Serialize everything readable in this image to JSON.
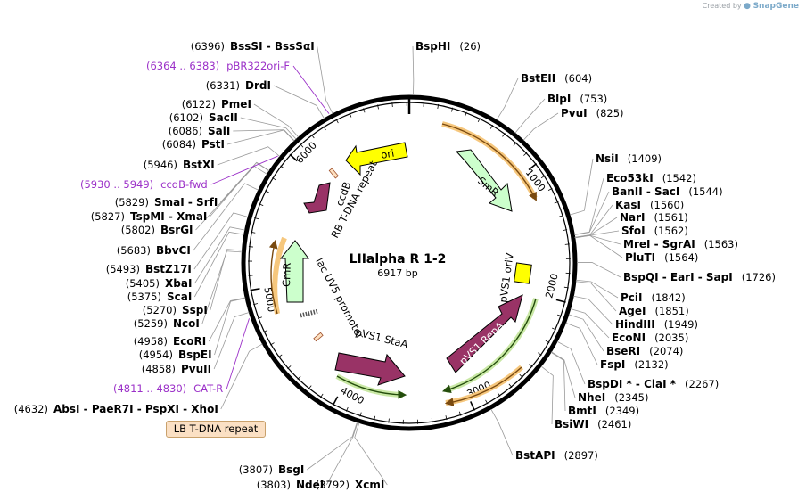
{
  "app": {
    "credit_prefix": "Created by",
    "credit_brand": "SnapGene"
  },
  "plasmid": {
    "name": "LIIalpha R 1-2",
    "size_label": "6917 bp",
    "length": 6917
  },
  "ticks": [
    {
      "label": "1000",
      "pos": 1000
    },
    {
      "label": "2000",
      "pos": 2000
    },
    {
      "label": "3000",
      "pos": 3000
    },
    {
      "label": "4000",
      "pos": 4000
    },
    {
      "label": "5000",
      "pos": 5000
    },
    {
      "label": "6000",
      "pos": 6000
    }
  ],
  "sites": [
    {
      "name": "BspHI",
      "pos": "(26)"
    },
    {
      "name": "BstEII",
      "pos": "(604)"
    },
    {
      "name": "BlpI",
      "pos": "(753)"
    },
    {
      "name": "PvuI",
      "pos": "(825)"
    },
    {
      "name": "NsiI",
      "pos": "(1409)"
    },
    {
      "name": "Eco53kI",
      "pos": "(1542)"
    },
    {
      "name": "BanII  - SacI",
      "pos": "(1544)"
    },
    {
      "name": "KasI",
      "pos": "(1560)"
    },
    {
      "name": "NarI",
      "pos": "(1561)"
    },
    {
      "name": "SfoI",
      "pos": "(1562)"
    },
    {
      "name": "MreI  - SgrAI",
      "pos": "(1563)"
    },
    {
      "name": "PluTI",
      "pos": "(1564)"
    },
    {
      "name": "BspQI  - EarI  - SapI",
      "pos": "(1726)"
    },
    {
      "name": "PciI",
      "pos": "(1842)"
    },
    {
      "name": "AgeI",
      "pos": "(1851)"
    },
    {
      "name": "HindIII",
      "pos": "(1949)"
    },
    {
      "name": "EcoNI",
      "pos": "(2035)"
    },
    {
      "name": "BseRI",
      "pos": "(2074)"
    },
    {
      "name": "FspI",
      "pos": "(2132)"
    },
    {
      "name": "BspDI *  - ClaI *",
      "pos": "(2267)"
    },
    {
      "name": "NheI",
      "pos": "(2345)"
    },
    {
      "name": "BmtI",
      "pos": "(2349)"
    },
    {
      "name": "BsiWI",
      "pos": "(2461)"
    },
    {
      "name": "BstAPI",
      "pos": "(2897)"
    },
    {
      "name": "XcmI",
      "pos": "(3792)"
    },
    {
      "name": "NdeI",
      "pos": "(3803)"
    },
    {
      "name": "BsgI",
      "pos": "(3807)"
    },
    {
      "name": "AbsI  - PaeR7I  - PspXI  - XhoI",
      "pos": "(4632)"
    },
    {
      "name": "PvuII",
      "pos": "(4858)"
    },
    {
      "name": "BspEI",
      "pos": "(4954)"
    },
    {
      "name": "EcoRI",
      "pos": "(4958)"
    },
    {
      "name": "NcoI",
      "pos": "(5259)"
    },
    {
      "name": "SspI",
      "pos": "(5270)"
    },
    {
      "name": "ScaI",
      "pos": "(5375)"
    },
    {
      "name": "XbaI",
      "pos": "(5405)"
    },
    {
      "name": "BstZ17I",
      "pos": "(5493)"
    },
    {
      "name": "BbvCI",
      "pos": "(5683)"
    },
    {
      "name": "BsrGI",
      "pos": "(5802)"
    },
    {
      "name": "TspMI  - XmaI",
      "pos": "(5827)"
    },
    {
      "name": "SmaI  - SrfI",
      "pos": "(5829)"
    },
    {
      "name": "BstXI",
      "pos": "(5946)"
    },
    {
      "name": "PstI",
      "pos": "(6084)"
    },
    {
      "name": "SalI",
      "pos": "(6086)"
    },
    {
      "name": "SacII",
      "pos": "(6102)"
    },
    {
      "name": "PmeI",
      "pos": "(6122)"
    },
    {
      "name": "DrdI",
      "pos": "(6331)"
    },
    {
      "name": "BssSI  - BssSαI",
      "pos": "(6396)"
    }
  ],
  "primers": [
    {
      "range": "(6364 .. 6383)",
      "name": "pBR322ori-F"
    },
    {
      "range": "(5930 .. 5949)",
      "name": "ccdB-fwd"
    },
    {
      "range": "(4811 .. 4830)",
      "name": "CAT-R"
    }
  ],
  "features": [
    {
      "name": "ori",
      "color": "#ffff00"
    },
    {
      "name": "SmR",
      "color": "#ccffcc"
    },
    {
      "name": "ccdB",
      "color": "#993366"
    },
    {
      "name": "RB T-DNA repeat",
      "color": "#fde0c0"
    },
    {
      "name": "lac UV5 promoter",
      "color": "#ffffff"
    },
    {
      "name": "CmR",
      "color": "#ccffcc"
    },
    {
      "name": "pVS1 StaA",
      "color": "#993366"
    },
    {
      "name": "pVS1 RepA",
      "color": "#993366"
    },
    {
      "name": "pVS1 oriV",
      "color": "#ffff00"
    },
    {
      "name": "LB T-DNA repeat",
      "color": "#fbe0c4"
    }
  ],
  "colors": {
    "backbone": "#000000",
    "leader": "#9a9a9a",
    "primer": "#9b30c8",
    "orf_orange": "#e8a03a",
    "orf_green": "#55aa22"
  }
}
